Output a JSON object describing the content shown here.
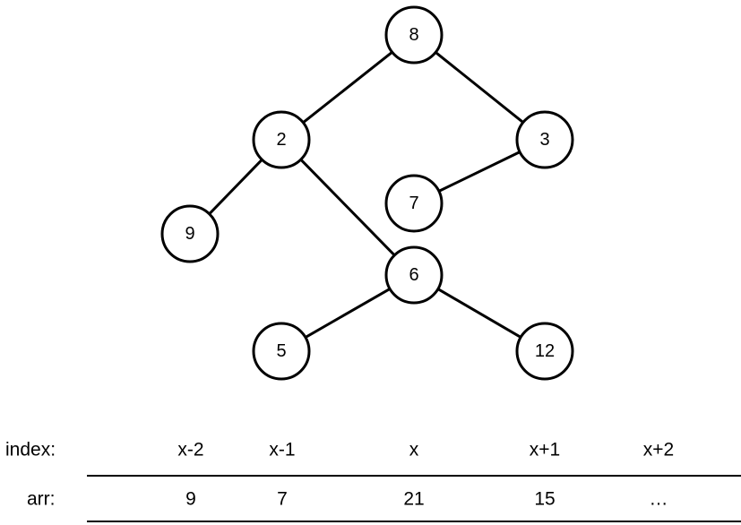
{
  "tree": {
    "nodes": [
      {
        "id": "n8",
        "label": "8"
      },
      {
        "id": "n2",
        "label": "2"
      },
      {
        "id": "n3",
        "label": "3"
      },
      {
        "id": "n7",
        "label": "7"
      },
      {
        "id": "n9",
        "label": "9"
      },
      {
        "id": "n6",
        "label": "6"
      },
      {
        "id": "n5",
        "label": "5"
      },
      {
        "id": "n12",
        "label": "12"
      }
    ],
    "edges": [
      {
        "from": "n8",
        "to": "n2"
      },
      {
        "from": "n8",
        "to": "n3"
      },
      {
        "from": "n2",
        "to": "n9"
      },
      {
        "from": "n2",
        "to": "n6"
      },
      {
        "from": "n3",
        "to": "n7"
      },
      {
        "from": "n6",
        "to": "n5"
      },
      {
        "from": "n6",
        "to": "n12"
      }
    ]
  },
  "table": {
    "index_label": "index:",
    "arr_label": "arr:",
    "indices": [
      "x-2",
      "x-1",
      "x",
      "x+1",
      "x+2"
    ],
    "values": [
      "9",
      "7",
      "21",
      "15",
      "…"
    ]
  }
}
